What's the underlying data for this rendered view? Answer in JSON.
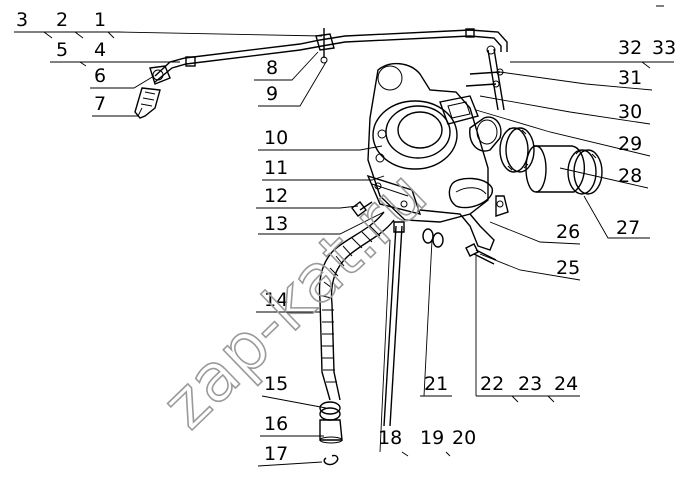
{
  "labels": {
    "p1": "1",
    "p2": "2",
    "p3": "3",
    "p4": "4",
    "p5": "5",
    "p6": "6",
    "p7": "7",
    "p8": "8",
    "p9": "9",
    "p10": "10",
    "p11": "11",
    "p12": "12",
    "p13": "13",
    "p14": "14",
    "p15": "15",
    "p16": "16",
    "p17": "17",
    "p18": "18",
    "p19": "19",
    "p20": "20",
    "p21": "21",
    "p22": "22",
    "p23": "23",
    "p24": "24",
    "p25": "25",
    "p26": "26",
    "p27": "27",
    "p28": "28",
    "p29": "29",
    "p30": "30",
    "p31": "31",
    "p32": "32",
    "p33": "33"
  },
  "watermark": "zap-kat.ru",
  "colors": {
    "ink": "#000000",
    "watermark": "#9a9a9a",
    "background": "#ffffff"
  }
}
